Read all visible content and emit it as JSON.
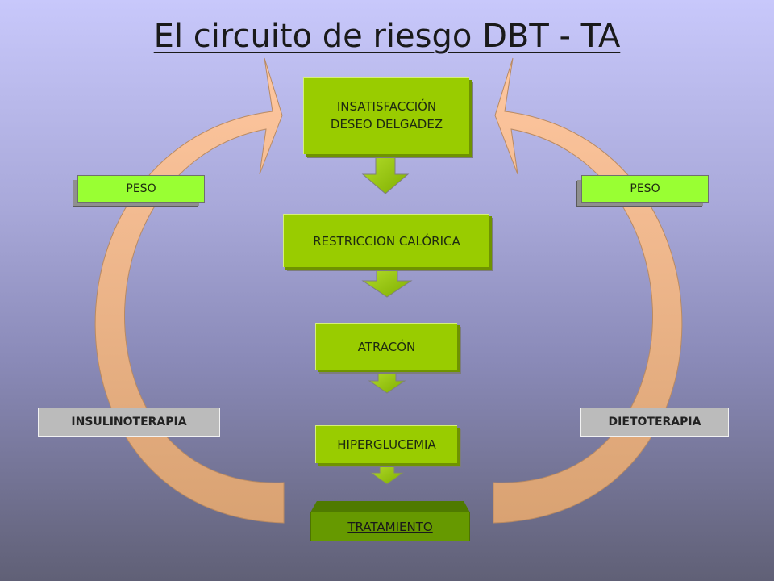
{
  "title": "El circuito de riesgo DBT - TA",
  "boxes": {
    "insatisfaccion": "INSATISFACCIÓN\nDESEO DELGADEZ",
    "restriccion": "RESTRICCION CALÓRICA",
    "atracon": "ATRACÓN",
    "hiperglucemia": "HIPERGLUCEMIA",
    "tratamiento": "TRATAMIENTO",
    "peso_left": "PESO",
    "peso_right": "PESO",
    "insulinoterapia": "INSULINOTERAPIA",
    "dietoterapia": "DIETOTERAPIA"
  },
  "colors": {
    "green_box": "#99cc00",
    "peso_box": "#99ff33",
    "grey_box": "#bbbbbb",
    "treatment_box": "#669900",
    "curved_arrow": "#f2b88a",
    "down_arrow": "#99cc00"
  }
}
